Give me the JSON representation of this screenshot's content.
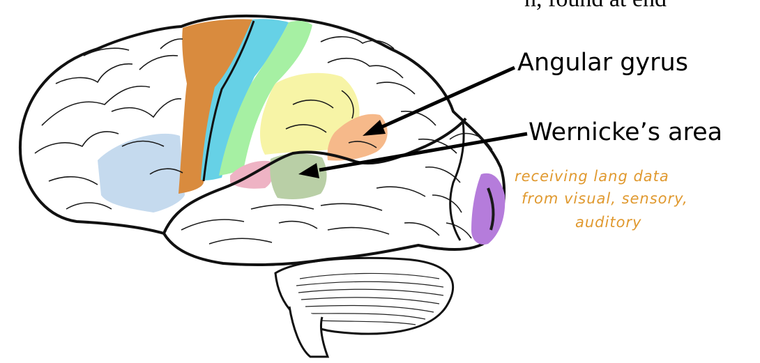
{
  "top_note": "n, found at end",
  "labels": {
    "angular_gyrus": "Angular gyrus",
    "wernickes_area": "Wernicke’s area"
  },
  "handwritten_note": {
    "lines": [
      "receiving lang data",
      "from visual, sensory,",
      "auditory"
    ],
    "color": "#E0992F"
  },
  "region_colors": {
    "prefrontal_blue": "#C5DAEE",
    "motor_orange": "#D98B3E",
    "sensory_cyan": "#66D1E6",
    "green": "#A6F0A3",
    "yellow": "#F7F4A6",
    "angular_orange": "#F6B98A",
    "pink": "#EEB3C4",
    "wernicke_olive": "#B9CFA6",
    "visual_purple": "#B57CDB"
  }
}
